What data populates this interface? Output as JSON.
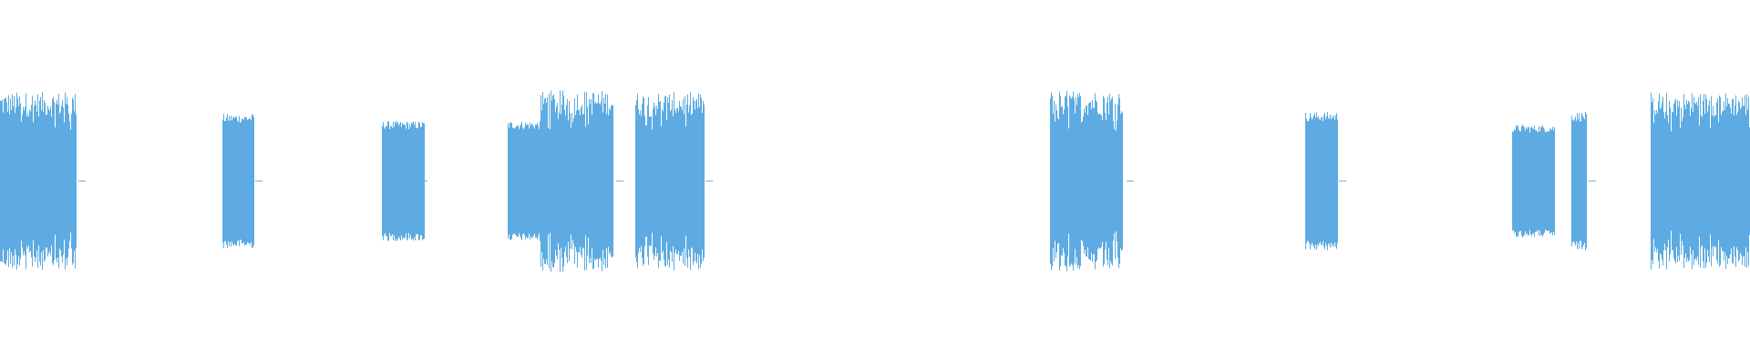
{
  "waveform": {
    "color": "#5dabe2",
    "background": "#ffffff",
    "bursts": [
      {
        "start": 0.0,
        "end": 0.043,
        "amp": 0.49,
        "style": "dense"
      },
      {
        "start": 0.127,
        "end": 0.145,
        "amp": 0.37,
        "style": "block"
      },
      {
        "start": 0.218,
        "end": 0.242,
        "amp": 0.33,
        "style": "block"
      },
      {
        "start": 0.29,
        "end": 0.309,
        "amp": 0.33,
        "style": "block"
      },
      {
        "start": 0.309,
        "end": 0.35,
        "amp": 0.5,
        "style": "dense"
      },
      {
        "start": 0.363,
        "end": 0.402,
        "amp": 0.49,
        "style": "dense"
      },
      {
        "start": 0.6,
        "end": 0.641,
        "amp": 0.5,
        "style": "dense"
      },
      {
        "start": 0.746,
        "end": 0.764,
        "amp": 0.38,
        "style": "block"
      },
      {
        "start": 0.864,
        "end": 0.888,
        "amp": 0.31,
        "style": "block"
      },
      {
        "start": 0.898,
        "end": 0.906,
        "amp": 0.38,
        "style": "block"
      },
      {
        "start": 0.943,
        "end": 1.0,
        "amp": 0.49,
        "style": "dense"
      }
    ],
    "ticks": [
      0.047,
      0.148,
      0.242,
      0.354,
      0.405,
      0.646,
      0.767,
      0.91
    ]
  }
}
